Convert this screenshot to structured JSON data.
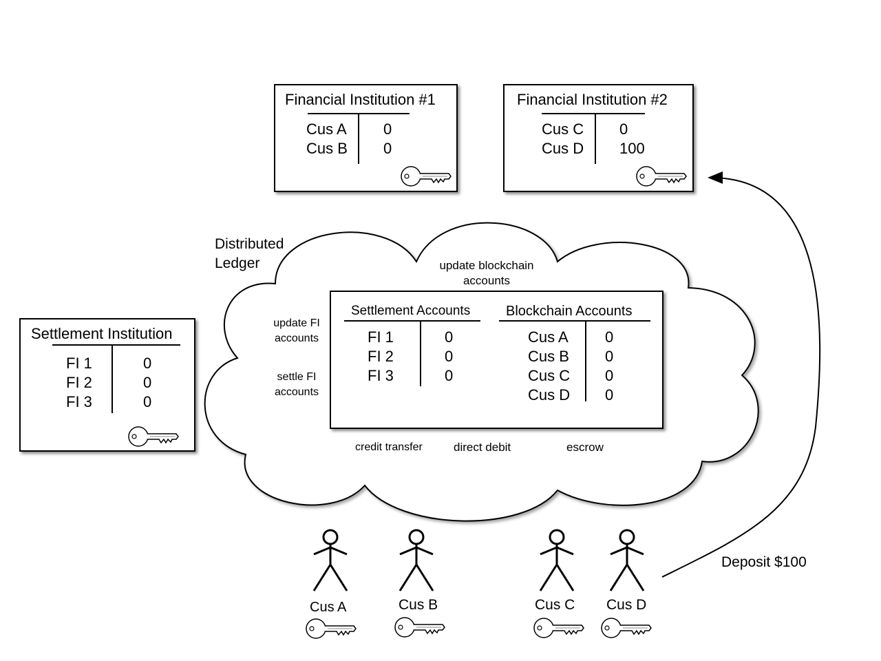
{
  "fi1": {
    "title": "Financial Institution #1",
    "rows": [
      {
        "name": "Cus A",
        "value": "0"
      },
      {
        "name": "Cus B",
        "value": "0"
      }
    ]
  },
  "fi2": {
    "title": "Financial Institution #2",
    "rows": [
      {
        "name": "Cus C",
        "value": "0"
      },
      {
        "name": "Cus D",
        "value": "100"
      }
    ]
  },
  "settlement_institution": {
    "title": "Settlement Institution",
    "rows": [
      {
        "name": "FI 1",
        "value": "0"
      },
      {
        "name": "FI 2",
        "value": "0"
      },
      {
        "name": "FI 3",
        "value": "0"
      }
    ]
  },
  "ledger": {
    "label_line1": "Distributed",
    "label_line2": "Ledger",
    "update_blockchain_line1": "update blockchain",
    "update_blockchain_line2": "accounts",
    "update_fi_line1": "update FI",
    "update_fi_line2": "accounts",
    "settle_fi_line1": "settle FI",
    "settle_fi_line2": "accounts",
    "settlement_accounts": {
      "title": "Settlement Accounts",
      "rows": [
        {
          "name": "FI 1",
          "value": "0"
        },
        {
          "name": "FI 2",
          "value": "0"
        },
        {
          "name": "FI 3",
          "value": "0"
        }
      ]
    },
    "blockchain_accounts": {
      "title": "Blockchain Accounts",
      "rows": [
        {
          "name": "Cus A",
          "value": "0"
        },
        {
          "name": "Cus B",
          "value": "0"
        },
        {
          "name": "Cus C",
          "value": "0"
        },
        {
          "name": "Cus D",
          "value": "0"
        }
      ]
    },
    "operations": [
      "credit transfer",
      "direct debit",
      "escrow"
    ]
  },
  "customers": [
    {
      "label": "Cus A"
    },
    {
      "label": "Cus B"
    },
    {
      "label": "Cus C"
    },
    {
      "label": "Cus D"
    }
  ],
  "deposit_label": "Deposit $100",
  "icons": {
    "key": "key-icon",
    "person": "person-icon"
  },
  "colors": {
    "line": "#000000",
    "background": "#ffffff",
    "key_fill": "#ffffff"
  }
}
